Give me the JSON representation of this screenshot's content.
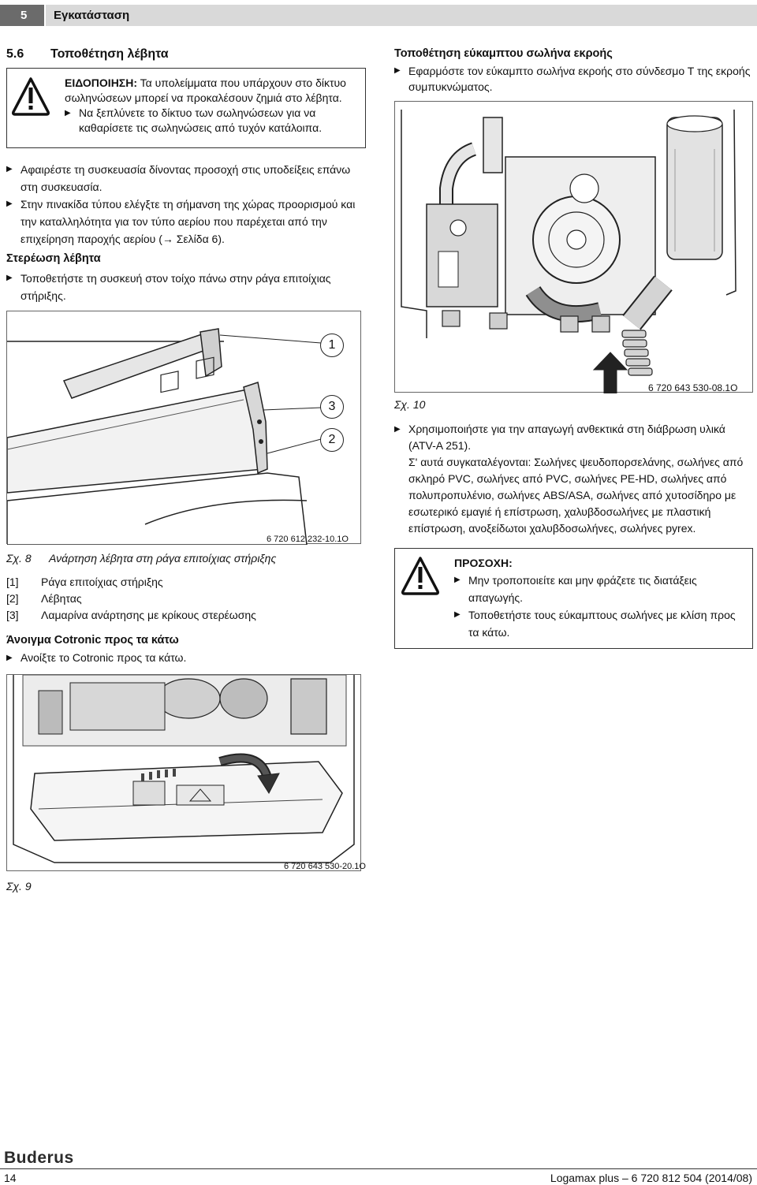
{
  "header": {
    "chapter_number": "5",
    "chapter_title": "Εγκατάσταση"
  },
  "section": {
    "number": "5.6",
    "title": "Τοποθέτηση λέβητα"
  },
  "warning": {
    "label": "ΕΙΔΟΠΟΙΗΣΗ:",
    "text": "Τα υπολείμματα που υπάρχουν στο δίκτυο σωληνώσεων μπορεί να προκαλέσουν ζημιά στο λέβητα.",
    "bullet": "Να ξεπλύνετε το δίκτυο των σωληνώσεων για να καθαρίσετε τις σωληνώσεις από τυχόν κατάλοιπα."
  },
  "left_steps": [
    "Αφαιρέστε τη συσκευασία δίνοντας προσοχή στις υποδείξεις επάνω στη συσκευασία.",
    "Στην πινακίδα τύπου ελέγξτε τη σήμανση της χώρας προορισμού και την καταλληλότητα για τον τύπο αερίου που παρέχεται από την επιχείρηση παροχής αερίου (→ Σελίδα 6)."
  ],
  "mounting": {
    "heading": "Στερέωση λέβητα",
    "step": "Τοποθετήστε τη συσκευή στον τοίχο πάνω στην ράγα επιτοίχιας στήριξης."
  },
  "fig8": {
    "callouts": [
      "1",
      "3",
      "2"
    ],
    "image_id": "6 720 612 232-10.1O",
    "label": "Σχ. 8",
    "caption": "Ανάρτηση λέβητα στη ράγα επιτοίχιας στήριξης",
    "legend": [
      {
        "key": "[1]",
        "text": "Ράγα επιτοίχιας στήριξης"
      },
      {
        "key": "[2]",
        "text": "Λέβητας"
      },
      {
        "key": "[3]",
        "text": "Λαμαρίνα ανάρτησης με κρίκους στερέωσης"
      }
    ]
  },
  "cotronic": {
    "heading": "Άνοιγμα Cotronic προς τα κάτω",
    "step": "Ανοίξτε το Cotronic προς τα κάτω."
  },
  "fig9": {
    "image_id": "6 720 643 530-20.1O",
    "label": "Σχ. 9"
  },
  "drain": {
    "heading": "Τοποθέτηση εύκαμπτου σωλήνα εκροής",
    "step": "Εφαρμόστε τον εύκαμπτο σωλήνα εκροής στο σύνδεσμο Τ της εκροής συμπυκνώματος."
  },
  "fig10": {
    "image_id": "6 720 643 530-08.1O",
    "label": "Σχ. 10"
  },
  "materials": {
    "step": "Χρησιμοποιήστε για την απαγωγή ανθεκτικά στη διάβρωση υλικά (ATV-A 251).",
    "detail": "Σ' αυτά συγκαταλέγονται: Σωλήνες ψευδοπορσελάνης, σωλήνες από σκληρό PVC, σωλήνες από PVC, σωλήνες PE-HD, σωλήνες από πολυπροπυλένιο, σωλήνες ABS/ASA, σωλήνες από χυτοσίδηρο με εσωτερικό εμαγιέ ή επίστρωση, χαλυβδοσωλήνες με πλαστική επίστρωση, ανοξείδωτοι χαλυβδοσωλήνες, σωλήνες pyrex."
  },
  "caution": {
    "label": "ΠΡΟΣΟΧΗ:",
    "bullets": [
      "Μην τροποποιείτε και μην φράζετε τις διατάξεις απαγωγής.",
      "Τοποθετήστε τους εύκαμπτους σωλήνες με κλίση προς τα κάτω."
    ]
  },
  "footer": {
    "brand": "Buderus",
    "page": "14",
    "doc": "Logamax plus – 6 720 812 504 (2014/08)"
  }
}
